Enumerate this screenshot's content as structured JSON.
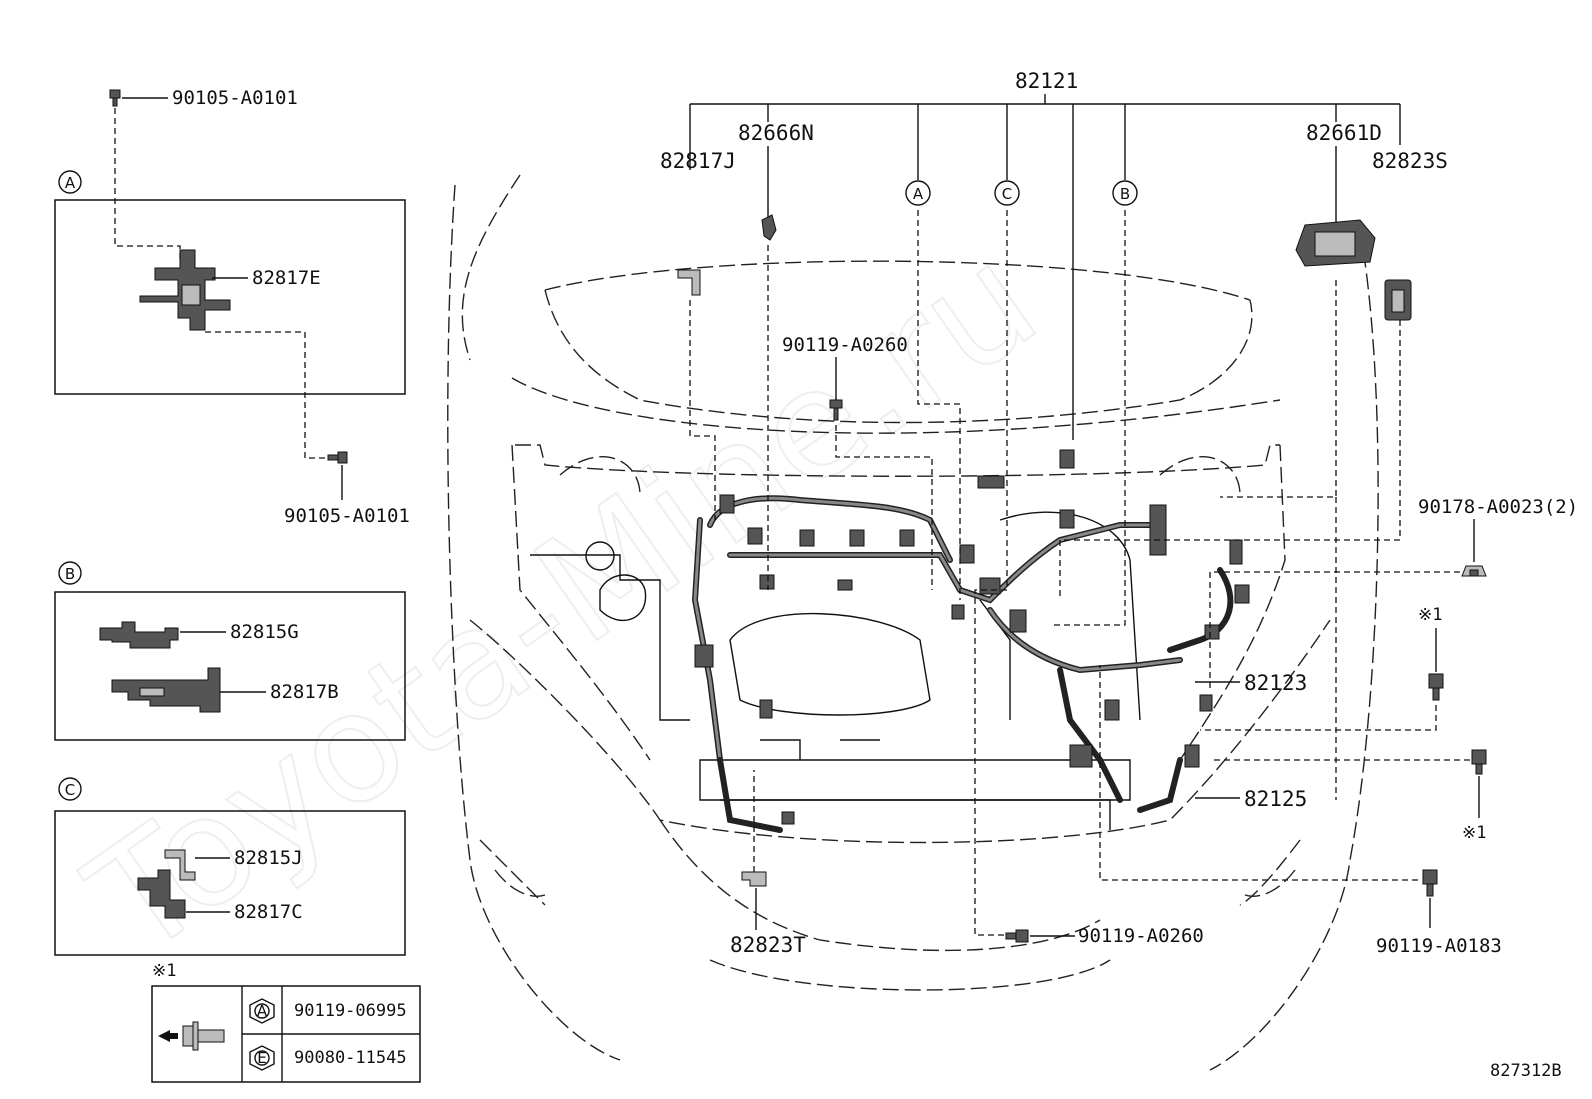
{
  "watermark": "Toyota-Mine.ru",
  "top": {
    "harness_label": "82121",
    "p82666N": "82666N",
    "p82817J": "82817J",
    "p82661D": "82661D",
    "p82823S": "82823S",
    "p90119_A0260_top": "90119-A0260",
    "p90178": "90178-A0023(2)",
    "p82123": "82123",
    "p82125": "82125",
    "p90119_A0260_bottom": "90119-A0260",
    "p90119_A0183": "90119-A0183",
    "p82823T": "82823T",
    "mark_x1_upper": "※1",
    "mark_x1_lower": "※1",
    "circle_a": "A",
    "circle_b": "B",
    "circle_c": "C"
  },
  "inset_a": {
    "tag": "A",
    "bolt_top": "90105-A0101",
    "bracket": "82817E",
    "bolt_bottom": "90105-A0101"
  },
  "inset_b": {
    "tag": "B",
    "p1": "82815G",
    "p2": "82817B"
  },
  "inset_c": {
    "tag": "C",
    "p1": "82815J",
    "p2": "82817C"
  },
  "legend": {
    "mark": "※1",
    "row1_symbol": "A",
    "row1_part": "90119-06995",
    "row2_symbol": "E",
    "row2_part": "90080-11545"
  },
  "diagram_code": "827312B"
}
